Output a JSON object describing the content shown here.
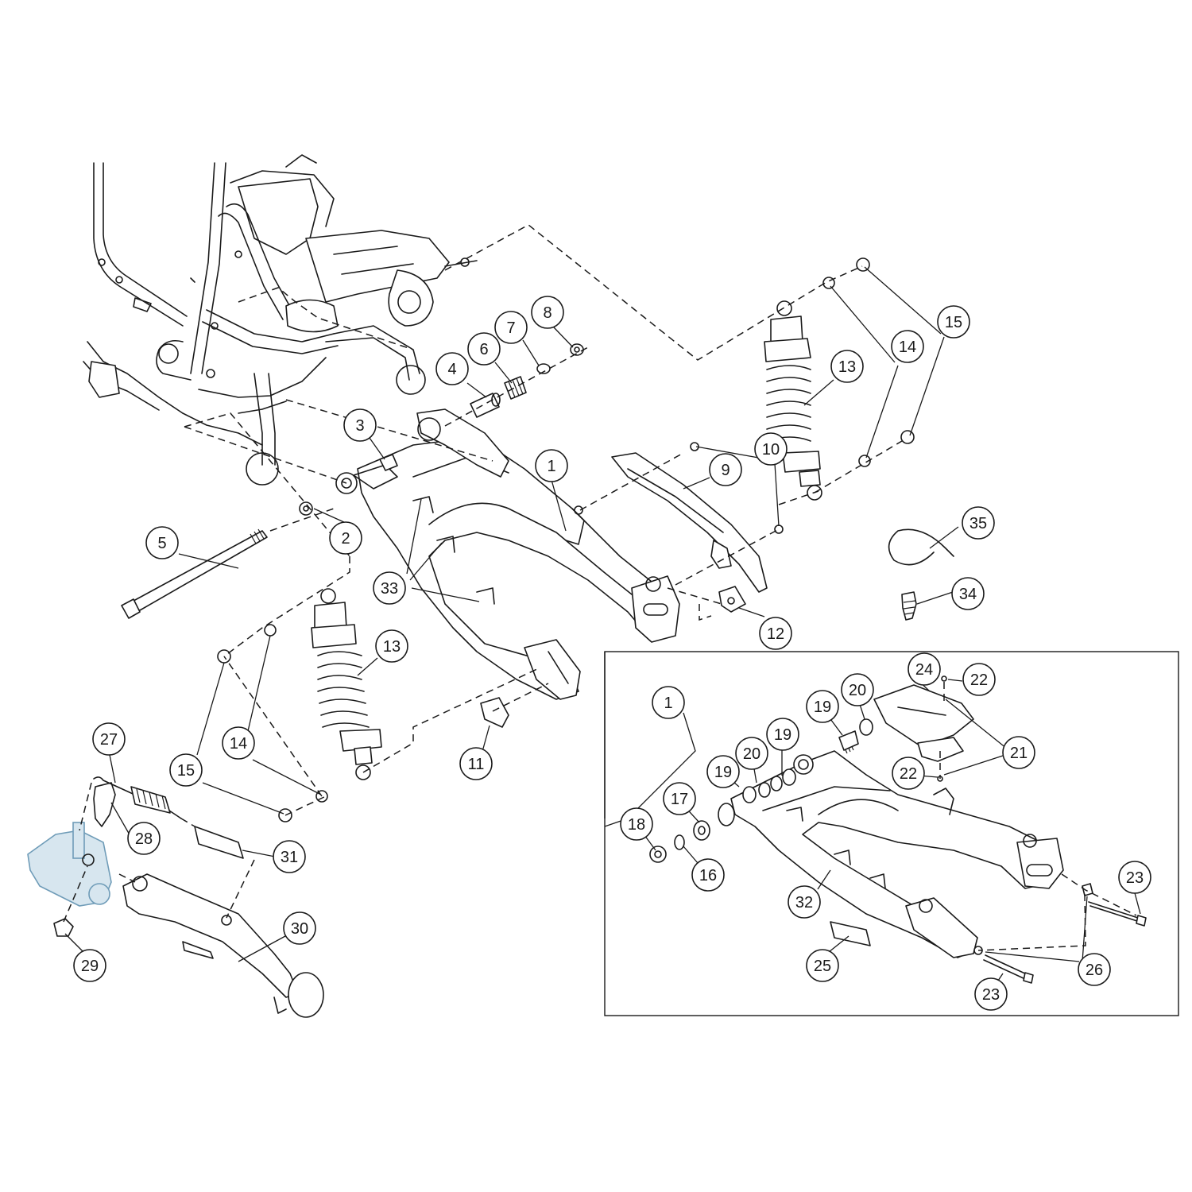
{
  "callouts": [
    {
      "id": "c1a",
      "label": "1"
    },
    {
      "id": "c2",
      "label": "2"
    },
    {
      "id": "c3",
      "label": "3"
    },
    {
      "id": "c4",
      "label": "4"
    },
    {
      "id": "c5",
      "label": "5"
    },
    {
      "id": "c6",
      "label": "6"
    },
    {
      "id": "c7",
      "label": "7"
    },
    {
      "id": "c8",
      "label": "8"
    },
    {
      "id": "c9",
      "label": "9"
    },
    {
      "id": "c10",
      "label": "10"
    },
    {
      "id": "c11",
      "label": "11"
    },
    {
      "id": "c12",
      "label": "12"
    },
    {
      "id": "c13a",
      "label": "13"
    },
    {
      "id": "c13b",
      "label": "13"
    },
    {
      "id": "c14a",
      "label": "14"
    },
    {
      "id": "c14b",
      "label": "14"
    },
    {
      "id": "c15a",
      "label": "15"
    },
    {
      "id": "c15b",
      "label": "15"
    },
    {
      "id": "c16",
      "label": "16"
    },
    {
      "id": "c17",
      "label": "17"
    },
    {
      "id": "c18",
      "label": "18"
    },
    {
      "id": "c19a",
      "label": "19"
    },
    {
      "id": "c19b",
      "label": "19"
    },
    {
      "id": "c19c",
      "label": "19"
    },
    {
      "id": "c20a",
      "label": "20"
    },
    {
      "id": "c20b",
      "label": "20"
    },
    {
      "id": "c21",
      "label": "21"
    },
    {
      "id": "c22a",
      "label": "22"
    },
    {
      "id": "c22b",
      "label": "22"
    },
    {
      "id": "c23a",
      "label": "23"
    },
    {
      "id": "c23b",
      "label": "23"
    },
    {
      "id": "c24",
      "label": "24"
    },
    {
      "id": "c25",
      "label": "25"
    },
    {
      "id": "c26",
      "label": "26"
    },
    {
      "id": "c27",
      "label": "27"
    },
    {
      "id": "c28",
      "label": "28"
    },
    {
      "id": "c29",
      "label": "29"
    },
    {
      "id": "c30",
      "label": "30"
    },
    {
      "id": "c31",
      "label": "31"
    },
    {
      "id": "c32",
      "label": "32"
    },
    {
      "id": "c33",
      "label": "33"
    },
    {
      "id": "c34",
      "label": "34"
    },
    {
      "id": "c35",
      "label": "35"
    },
    {
      "id": "c1b",
      "label": "1"
    }
  ],
  "colors": {
    "line": "#1a1a1a",
    "highlight_fill": "#d7e6ef",
    "highlight_stroke": "#6f9cb8",
    "background": "#ffffff"
  }
}
